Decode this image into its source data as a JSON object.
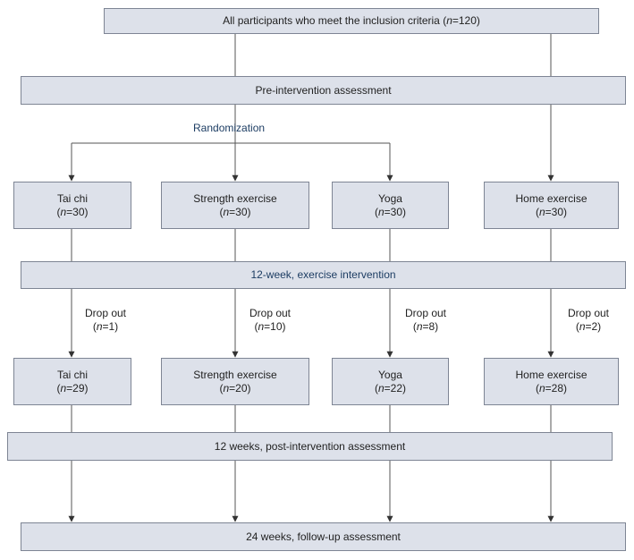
{
  "colors": {
    "box_fill": "#dde1ea",
    "box_border": "#7e8594",
    "line": "#555555",
    "accent_text": "#1d3d63"
  },
  "top": {
    "text": "All participants who meet the inclusion criteria (",
    "n_label": "n",
    "n_value": "=120)"
  },
  "pre_assessment": "Pre-intervention assessment",
  "randomization": "Randomization",
  "intervention": "12-week, exercise intervention",
  "post_assessment": "12 weeks, post-intervention assessment",
  "followup": "24 weeks, follow-up assessment",
  "n_label": "n",
  "groups": [
    {
      "name": "Tai chi",
      "n_start": "=30)",
      "dropout_label": "Drop out",
      "dropout_n": "=1)",
      "n_end": "=29)"
    },
    {
      "name": "Strength exercise",
      "n_start": "=30)",
      "dropout_label": "Drop out",
      "dropout_n": "=10)",
      "n_end": "=20)"
    },
    {
      "name": "Yoga",
      "n_start": "=30)",
      "dropout_label": "Drop out",
      "dropout_n": "=8)",
      "n_end": "=22)"
    },
    {
      "name": "Home exercise",
      "n_start": "=30)",
      "dropout_label": "Drop out",
      "dropout_n": "=2)",
      "n_end": "=28)"
    }
  ]
}
